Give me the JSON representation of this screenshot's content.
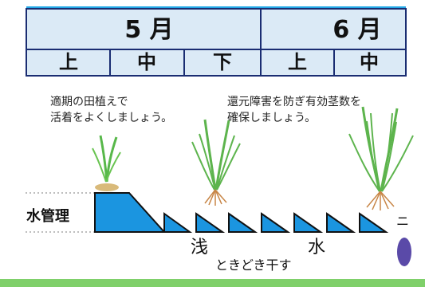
{
  "header": {
    "months": [
      "5 月",
      "6 月"
    ],
    "thirds": [
      "上",
      "中",
      "下",
      "上",
      "中"
    ]
  },
  "notes": {
    "note1": [
      "適期の田植えで",
      "活着をよくしましょう。"
    ],
    "note2": [
      "還元障害を防ぎ有効茎数を",
      "確保しましょう。"
    ]
  },
  "diagram": {
    "label": "水管理",
    "method_primary": [
      "浅",
      "水"
    ],
    "method_secondary": "ときどき干す",
    "cutoff_text": "ニ"
  },
  "colors": {
    "header_bg": "#dbeaf6",
    "water_blue": "#1b95e0",
    "accent_green": "#7fd06a",
    "divider": "#23a8e6"
  },
  "icons": [
    "rice-seedling-icon",
    "rice-plant-icon",
    "rice-plant-icon",
    "round-badge-icon"
  ]
}
